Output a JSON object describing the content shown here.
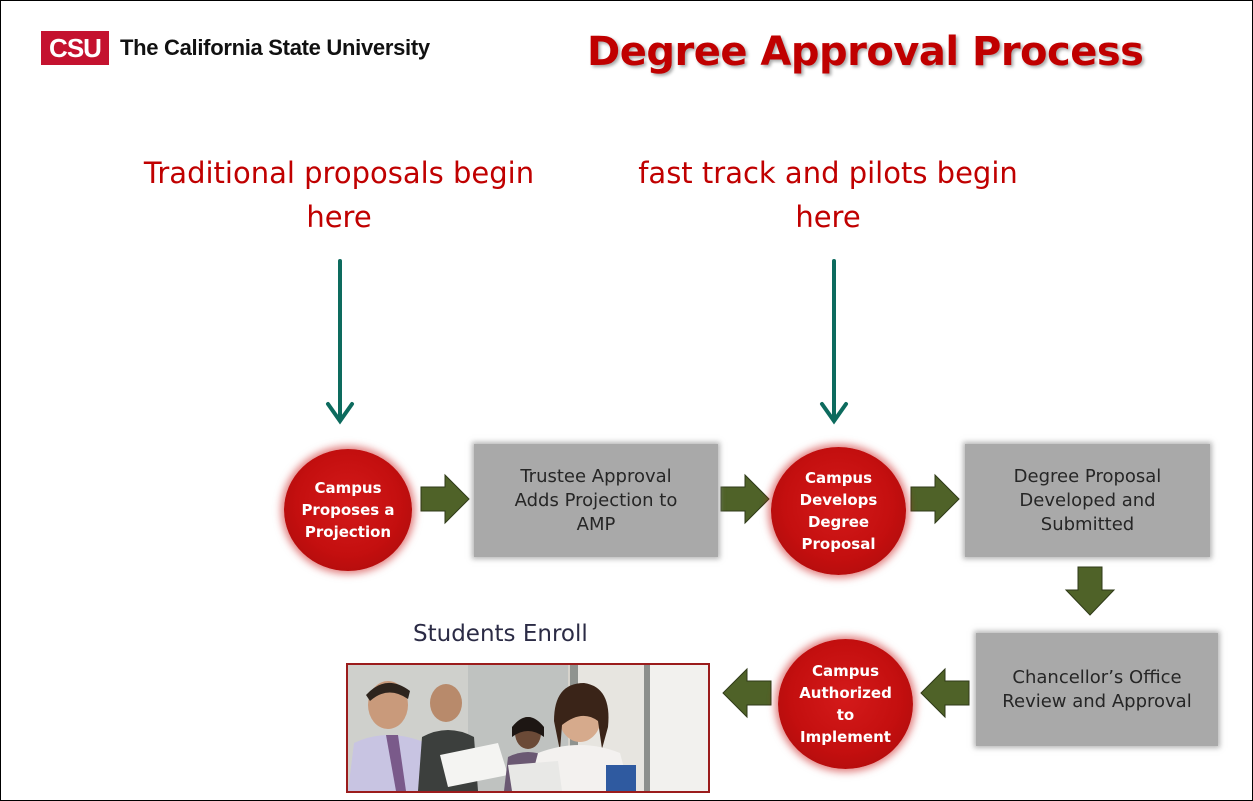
{
  "header": {
    "logo_mark": "CSU",
    "organization": "The California State University",
    "title": "Degree Approval Process"
  },
  "entry_points": {
    "traditional": "Traditional proposals begin here",
    "fast_track": "fast track and pilots begin here"
  },
  "process": {
    "step1": "Campus Proposes a Projection",
    "step2": "Trustee Approval Adds Projection to AMP",
    "step3": "Campus Develops Degree Proposal",
    "step4": "Degree Proposal Developed and Submitted",
    "step5": "Chancellor’s Office Review and Approval",
    "step6": "Campus Authorized to Implement"
  },
  "outcome": {
    "label": "Students Enroll",
    "photo_icon": "students-photo"
  },
  "colors": {
    "brand_red": "#c4122f",
    "title_red": "#c00000",
    "entry_arrow_teal": "#0d6b5e",
    "flow_arrow_olive": "#4f6228",
    "circle_red": "#c40f0f",
    "box_gray": "#a9a9a9"
  }
}
